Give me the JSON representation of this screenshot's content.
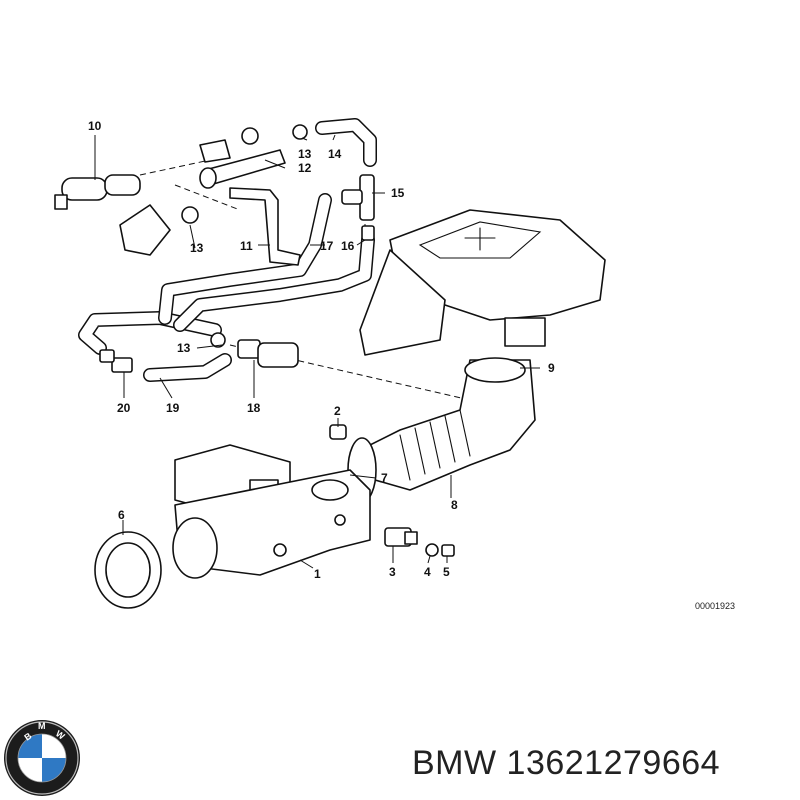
{
  "diagram": {
    "callouts": [
      "10",
      "12",
      "13",
      "14",
      "15",
      "11",
      "17",
      "16",
      "13",
      "20",
      "19",
      "18",
      "9",
      "2",
      "7",
      "8",
      "6",
      "3",
      "4",
      "5",
      "1",
      "13"
    ],
    "reference_code": "00001923"
  },
  "footer": {
    "brand": "BMW",
    "part_number": "13621279664",
    "logo_letters": "BMW"
  }
}
